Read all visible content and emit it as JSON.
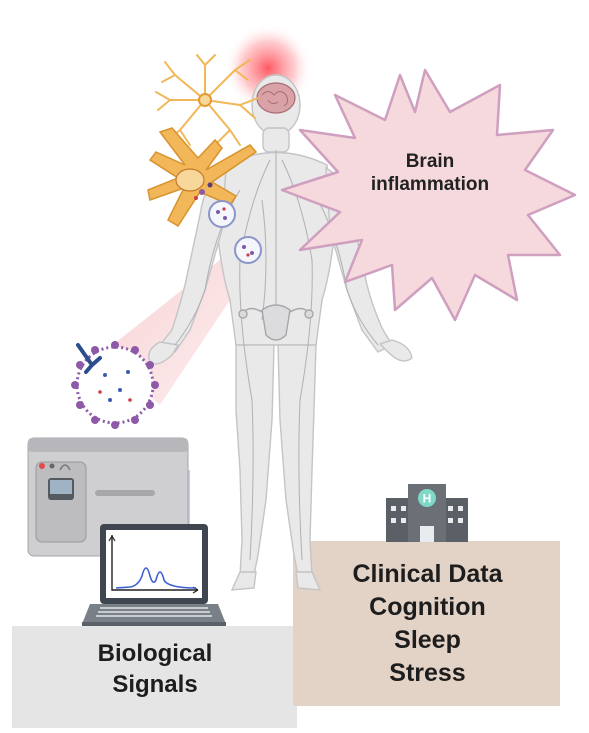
{
  "bubble": {
    "line1": "Brain",
    "line2": "inflammation"
  },
  "biological_signals": {
    "line1": "Biological",
    "line2": "Signals"
  },
  "clinical": {
    "line1": "Clinical Data",
    "line2": "Cognition",
    "line3": "Sleep",
    "line4": "Stress"
  },
  "hospital_sign": "H",
  "colors": {
    "bubble_fill": "#f6d9dc",
    "bubble_stroke": "#cf9fbf",
    "neuron": "#f1b758",
    "vesicle": "#8e5aa8",
    "clinical_box": "#e3d2c6",
    "bio_box": "#e5e5e6",
    "brain_glow": "#ff3b46"
  },
  "icons": [
    "astrocyte-icon",
    "neuron-icon",
    "vesicle-icon",
    "antibody-icon",
    "instrument-icon",
    "laptop-icon",
    "hospital-icon",
    "body-icon",
    "brain-icon"
  ]
}
